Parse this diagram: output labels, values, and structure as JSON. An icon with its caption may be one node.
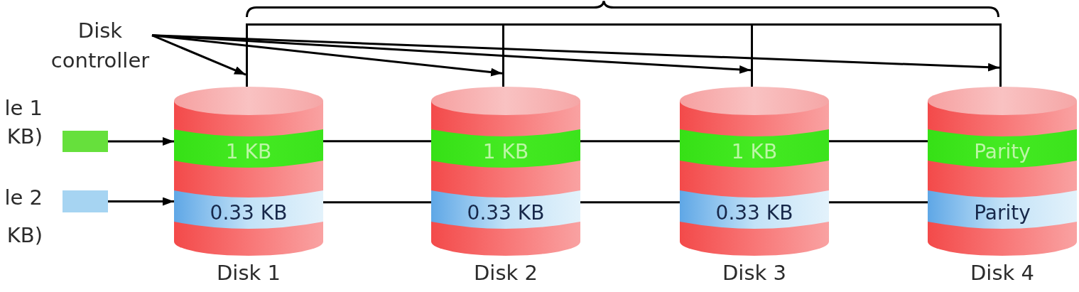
{
  "diagram": {
    "nodes": [
      {
        "text": [
          "Disk controller"
        ]
      },
      {
        "text": [],
        "shape": "line"
      },
      {
        "text": [],
        "shape": "line"
      },
      {
        "text": [],
        "shape": "line"
      },
      {
        "text": [],
        "shape": "line"
      },
      {
        "text": [],
        "shape": "box",
        "beside": [
          "le 1 KB)"
        ]
      },
      {
        "text": [],
        "shape": "box",
        "beside": [
          "le 2 KB)"
        ]
      },
      {
        "text": [],
        "shape": "cylinder",
        "beside": [
          "Disk 1"
        ]
      },
      {
        "text": [
          "1 KB"
        ],
        "in": 7
      },
      {
        "text": [
          "0.33 KB"
        ],
        "in": 7
      },
      {
        "text": [],
        "shape": "cylinder",
        "beside": [
          "Disk 2"
        ]
      },
      {
        "text": [
          "1 KB"
        ],
        "in": 10
      },
      {
        "text": [
          "0.33 KB"
        ],
        "in": 10
      },
      {
        "text": [],
        "shape": "cylinder",
        "beside": [
          "Disk 3"
        ]
      },
      {
        "text": [
          "1 KB"
        ],
        "in": 13
      },
      {
        "text": [
          "0.33 KB"
        ],
        "in": 13
      },
      {
        "text": [],
        "shape": "cylinder",
        "beside": [
          "Disk 4"
        ]
      },
      {
        "text": [
          "Parity"
        ],
        "in": 16
      },
      {
        "text": [
          "Parity"
        ],
        "in": 16
      }
    ],
    "edges": [
      {
        "from": 0,
        "to": 1,
        "arrow": "to"
      },
      {
        "from": 0,
        "to": 2,
        "arrow": "to"
      },
      {
        "from": 0,
        "to": 3,
        "arrow": "to"
      },
      {
        "from": 0,
        "to": 4,
        "arrow": "to"
      },
      {
        "from": 5,
        "to": 8,
        "arrow": "to"
      },
      {
        "from": 6,
        "to": 9,
        "arrow": "to"
      },
      {
        "from": 8,
        "to": 11,
        "arrow": "none"
      },
      {
        "from": 11,
        "to": 14,
        "arrow": "none"
      },
      {
        "from": 14,
        "to": 17,
        "arrow": "none"
      },
      {
        "from": 9,
        "to": 12,
        "arrow": "none"
      },
      {
        "from": 12,
        "to": 15,
        "arrow": "none"
      },
      {
        "from": 15,
        "to": 18,
        "arrow": "none"
      },
      {
        "from": 1,
        "to": 2,
        "arrow": "none"
      },
      {
        "from": 2,
        "to": 3,
        "arrow": "none"
      },
      {
        "from": 3,
        "to": 4,
        "arrow": "none"
      }
    ]
  }
}
